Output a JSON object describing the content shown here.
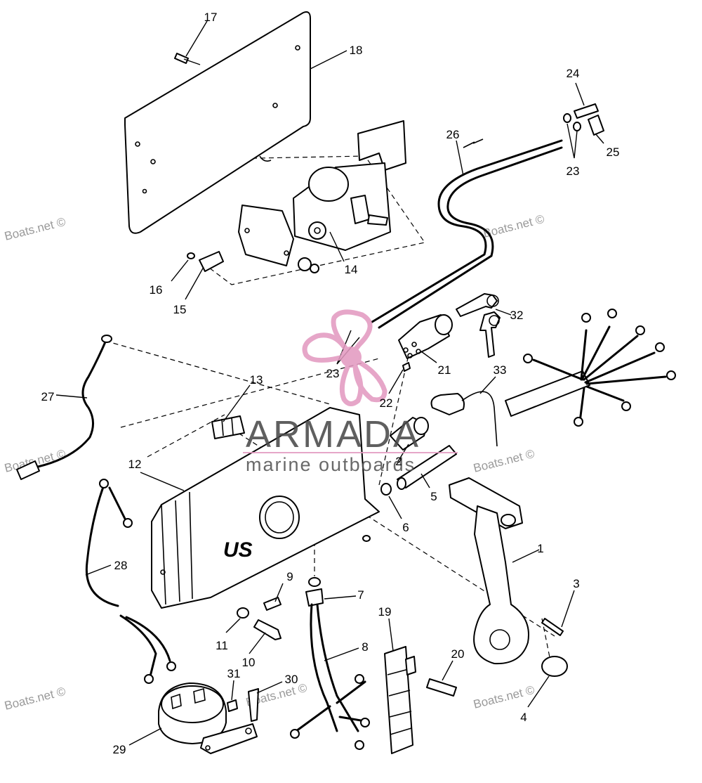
{
  "watermark": {
    "site": "Boats.net ©",
    "brand": "ARMADA",
    "brand_tagline": "marine outboards",
    "panel_logo": "US"
  },
  "parts": [
    {
      "id": "p1",
      "label": "1"
    },
    {
      "id": "p2",
      "label": "2"
    },
    {
      "id": "p3",
      "label": "3"
    },
    {
      "id": "p4",
      "label": "4"
    },
    {
      "id": "p5",
      "label": "5"
    },
    {
      "id": "p6",
      "label": "6"
    },
    {
      "id": "p7",
      "label": "7"
    },
    {
      "id": "p8",
      "label": "8"
    },
    {
      "id": "p9",
      "label": "9"
    },
    {
      "id": "p10",
      "label": "10"
    },
    {
      "id": "p11",
      "label": "11"
    },
    {
      "id": "p12",
      "label": "12"
    },
    {
      "id": "p13",
      "label": "13"
    },
    {
      "id": "p14",
      "label": "14"
    },
    {
      "id": "p15",
      "label": "15"
    },
    {
      "id": "p16",
      "label": "16"
    },
    {
      "id": "p17",
      "label": "17"
    },
    {
      "id": "p18",
      "label": "18"
    },
    {
      "id": "p19",
      "label": "19"
    },
    {
      "id": "p20",
      "label": "20"
    },
    {
      "id": "p21",
      "label": "21"
    },
    {
      "id": "p22",
      "label": "22"
    },
    {
      "id": "p23a",
      "label": "23"
    },
    {
      "id": "p23b",
      "label": "23"
    },
    {
      "id": "p24",
      "label": "24"
    },
    {
      "id": "p25",
      "label": "25"
    },
    {
      "id": "p26",
      "label": "26"
    },
    {
      "id": "p27",
      "label": "27"
    },
    {
      "id": "p28",
      "label": "28"
    },
    {
      "id": "p29",
      "label": "29"
    },
    {
      "id": "p30",
      "label": "30"
    },
    {
      "id": "p31",
      "label": "31"
    },
    {
      "id": "p32",
      "label": "32"
    },
    {
      "id": "p33",
      "label": "33"
    }
  ]
}
